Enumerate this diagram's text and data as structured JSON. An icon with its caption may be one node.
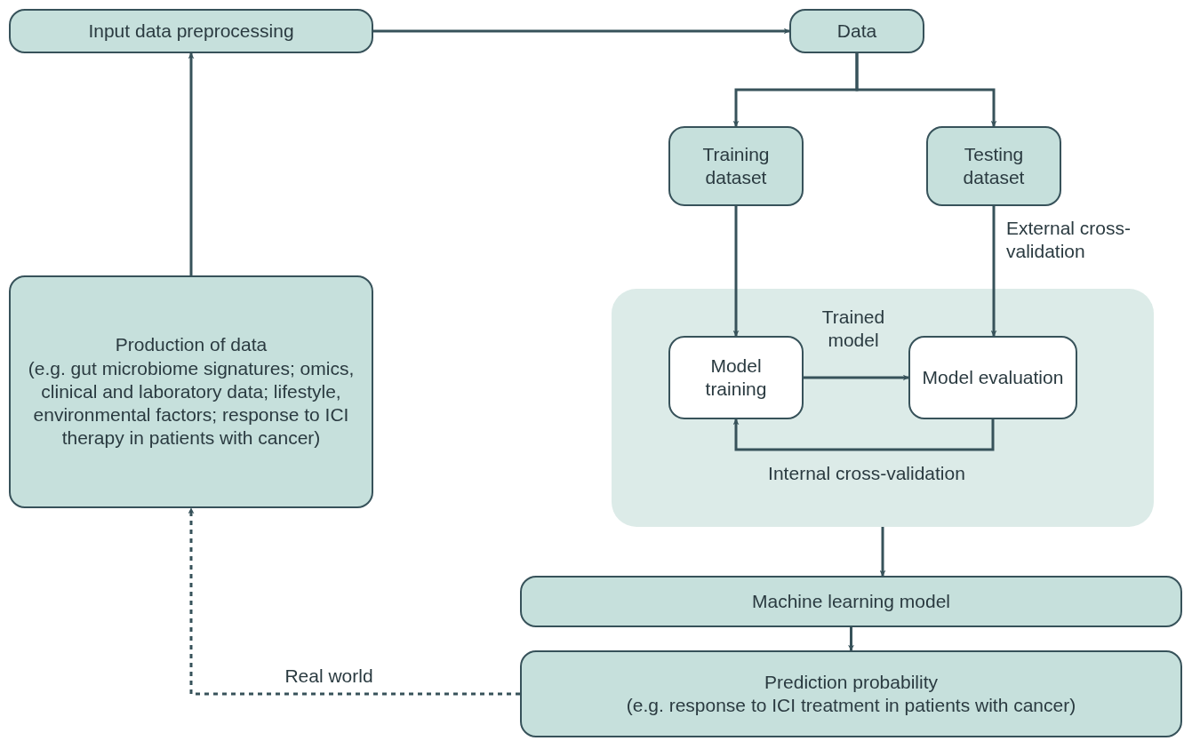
{
  "diagram": {
    "nodes": [
      {
        "text": [
          "Input data preprocessing"
        ]
      },
      {
        "text": [
          "Data"
        ]
      },
      {
        "text": [
          "Training dataset"
        ]
      },
      {
        "text": [
          "Testing dataset"
        ]
      },
      {
        "text": [
          "Production of data",
          "(e.g. gut microbiome signatures; omics, clinical and laboratory data; lifestyle, environmental factors; response to ICI therapy in patients with cancer)"
        ]
      },
      {
        "text": [],
        "shape": "box"
      },
      {
        "text": [
          "Model training"
        ],
        "in": 5
      },
      {
        "text": [
          "Model evaluation"
        ],
        "in": 5
      },
      {
        "text": [
          "Machine learning model"
        ]
      },
      {
        "text": [
          "Prediction probability",
          "(e.g. response to ICI treatment in patients with cancer)"
        ]
      }
    ],
    "edges": [
      {
        "from": 0,
        "to": 1,
        "arrow": "to"
      },
      {
        "from": 1,
        "to": 2,
        "arrow": "to"
      },
      {
        "from": 1,
        "to": 3,
        "arrow": "to"
      },
      {
        "from": 2,
        "to": 6,
        "arrow": "to"
      },
      {
        "from": 3,
        "to": 7,
        "arrow": "to",
        "label": "External cross-validation"
      },
      {
        "from": 6,
        "to": 7,
        "arrow": "to",
        "label": "Trained model"
      },
      {
        "from": 7,
        "to": 6,
        "arrow": "to",
        "label": "Internal cross-validation"
      },
      {
        "from": 5,
        "to": 8,
        "arrow": "to"
      },
      {
        "from": 8,
        "to": 9,
        "arrow": "to"
      },
      {
        "from": 9,
        "to": 4,
        "arrow": "to",
        "label": "Real world",
        "style": "dashed"
      },
      {
        "from": 4,
        "to": 0,
        "arrow": "to"
      }
    ]
  }
}
